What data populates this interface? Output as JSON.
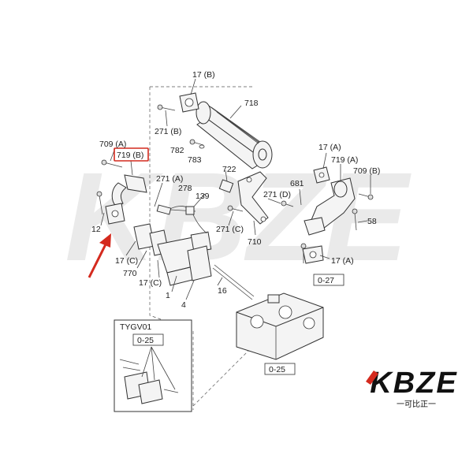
{
  "watermark": {
    "text": "KBZE",
    "color": "#e4e4e4"
  },
  "logo": {
    "text": "KBZE",
    "subtext": "一可比正一",
    "colors": {
      "main": "#111111",
      "accent": "#d42a1e"
    }
  },
  "highlight": {
    "part": "719 (B)",
    "box_color": "#d42a1e",
    "arrow_color": "#d42a1e",
    "arrow_icon": "red-arrow-icon"
  },
  "labels": {
    "l17b_top": "17 (B)",
    "l718": "718",
    "l271b": "271 (B)",
    "l709a": "709 (A)",
    "l719b": "719 (B)",
    "l782": "782",
    "l783": "783",
    "l722": "722",
    "l17a_top": "17 (A)",
    "l719a": "719 (A)",
    "l709b": "709 (B)",
    "l681": "681",
    "l271a": "271 (A)",
    "l278": "278",
    "l139": "139",
    "l271d": "271 (D)",
    "l58": "58",
    "l12": "12",
    "l271c": "271 (C)",
    "l710": "710",
    "l17c_1": "17 (C)",
    "l770": "770",
    "l17c_2": "17 (C)",
    "l1": "1",
    "l4": "4",
    "l16": "16",
    "l17a_bot": "17 (A)",
    "l027": "0-27",
    "tygv": "TYGV01",
    "l025_inset": "0-25",
    "l025_main": "0-25"
  }
}
